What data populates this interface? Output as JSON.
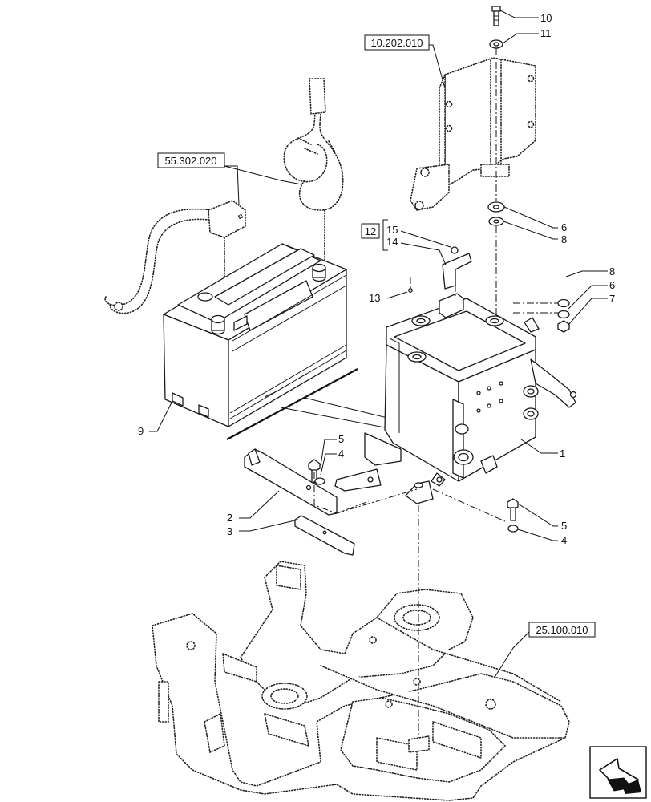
{
  "references": {
    "bracket_ref": "10.202.010",
    "cable_ref": "55.302.020",
    "frame_ref": "25.100.010",
    "kit_ref": "12"
  },
  "callouts": {
    "c1": "1",
    "c2": "2",
    "c3": "3",
    "c4a": "4",
    "c4b": "4",
    "c5a": "5",
    "c5b": "5",
    "c6a": "6",
    "c6b": "6",
    "c7": "7",
    "c8a": "8",
    "c8b": "8",
    "c9": "9",
    "c10": "10",
    "c11": "11",
    "c13": "13",
    "c14": "14",
    "c15": "15"
  },
  "nav_icon": "next-page-arrow-icon"
}
